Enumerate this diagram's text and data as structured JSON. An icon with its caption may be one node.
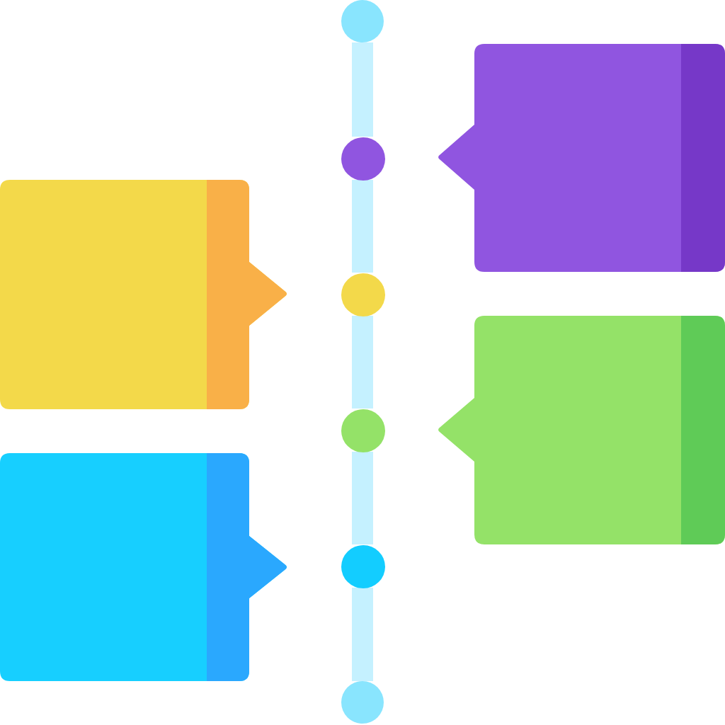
{
  "diagram": {
    "nodes": [
      {
        "text": [],
        "shape": "circle"
      },
      {
        "text": [],
        "shape": "box"
      },
      {
        "text": [],
        "shape": "circle"
      },
      {
        "text": [],
        "shape": "box"
      },
      {
        "text": [],
        "shape": "circle"
      },
      {
        "text": [],
        "shape": "box"
      },
      {
        "text": [],
        "shape": "circle"
      },
      {
        "text": [],
        "shape": "box"
      },
      {
        "text": [],
        "shape": "circle"
      },
      {
        "text": [],
        "shape": "circle"
      }
    ],
    "edges": [
      {
        "from": 0,
        "to": 2,
        "arrow": "none"
      },
      {
        "from": 2,
        "to": 4,
        "arrow": "none"
      },
      {
        "from": 4,
        "to": 6,
        "arrow": "none"
      },
      {
        "from": 6,
        "to": 8,
        "arrow": "none"
      },
      {
        "from": 8,
        "to": 9,
        "arrow": "none"
      }
    ]
  }
}
